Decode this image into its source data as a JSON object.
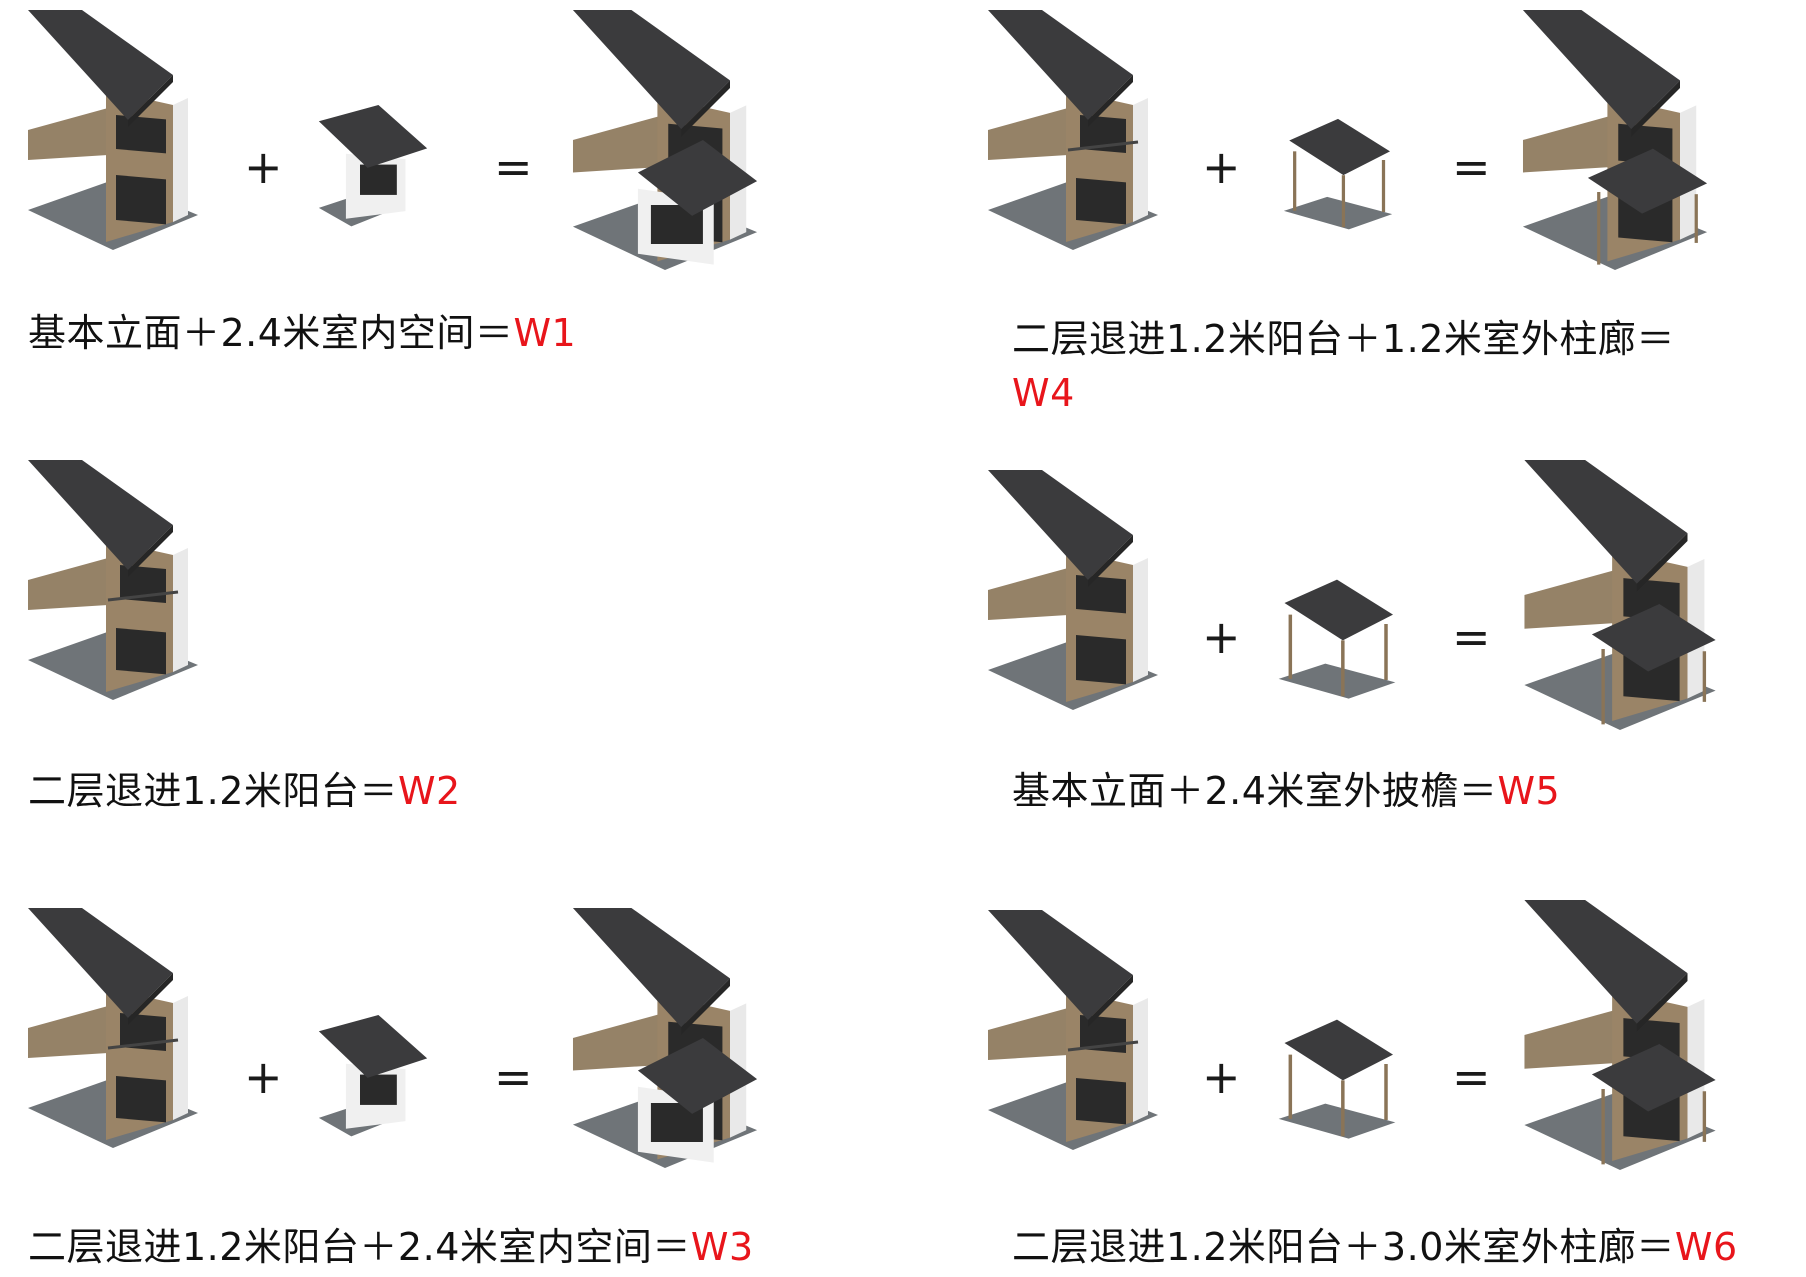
{
  "colors": {
    "code": "#e8151b",
    "roof": "#3b3b3d",
    "wood": "#8a7457",
    "ground": "#6f7478",
    "wall": "#eeeeee"
  },
  "operators": {
    "plus": "+",
    "equals": "="
  },
  "panels": [
    {
      "id": "w1",
      "caption": "基本立面＋2.4米室内空间＝",
      "code": "W1"
    },
    {
      "id": "w4",
      "caption": "二层退进1.2米阳台＋1.2米室外柱廊＝",
      "code": "W4"
    },
    {
      "id": "w2",
      "caption": "二层退进1.2米阳台＝",
      "code": "W2"
    },
    {
      "id": "w5",
      "caption": "基本立面＋2.4米室外披檐＝",
      "code": "W5"
    },
    {
      "id": "w3",
      "caption": "二层退进1.2米阳台＋2.4米室内空间＝",
      "code": "W3"
    },
    {
      "id": "w6",
      "caption": "二层退进1.2米阳台＋3.0米室外柱廊＝",
      "code": "W6"
    }
  ]
}
